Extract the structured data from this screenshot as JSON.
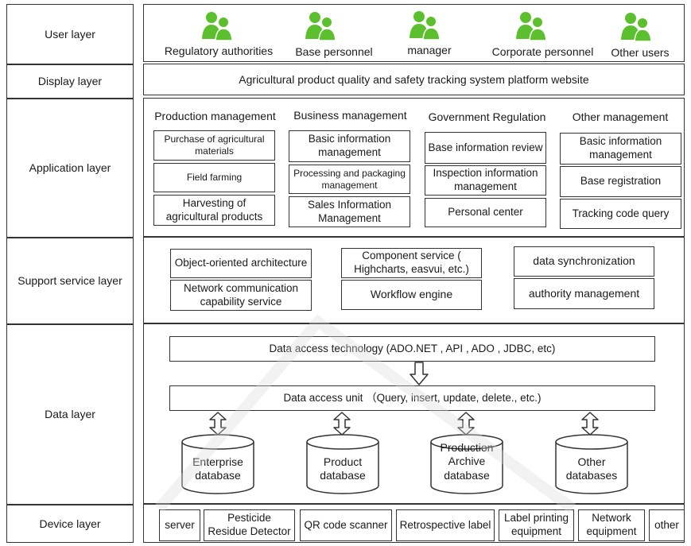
{
  "layers": {
    "user": "User layer",
    "display": "Display layer",
    "application": "Application layer",
    "support": "Support service layer",
    "data": "Data layer",
    "device": "Device layer"
  },
  "users": [
    "Regulatory authorities",
    "Base personnel",
    "manager",
    "Corporate personnel",
    "Other users"
  ],
  "display_text": "Agricultural product quality and safety tracking system platform website",
  "application": {
    "columns": [
      {
        "title": "Production management",
        "items": [
          "Purchase of agricultural materials",
          "Field farming",
          "Harvesting of agricultural products"
        ]
      },
      {
        "title": "Business management",
        "items": [
          "Basic information management",
          "Processing and packaging management",
          "Sales Information Management"
        ]
      },
      {
        "title": "Government Regulation",
        "items": [
          "Base information review",
          "Inspection information management",
          "Personal center"
        ]
      },
      {
        "title": "Other management",
        "items": [
          "Basic information management",
          "Base registration",
          "Tracking code query"
        ]
      }
    ]
  },
  "support": [
    "Object-oriented architecture",
    "Network communication capability service",
    "Component service ( Highcharts, easvui, etc.)",
    "Workflow engine",
    "data synchronization",
    "authority management"
  ],
  "data_layer": {
    "access_technology": "Data access technology (ADO.NET , API , ADO , JDBC, etc)",
    "access_unit": "Data access unit （Query, insert, update, delete., etc.)",
    "databases": [
      "Enterprise database",
      "Product database",
      "Production Archive database",
      "Other databases"
    ]
  },
  "devices": [
    "server",
    "Pesticide Residue Detector",
    "QR code scanner",
    "Retrospective label",
    "Label printing equipment",
    "Network equipment",
    "other"
  ],
  "colors": {
    "user_icon": "#5cc02e",
    "border": "#333333"
  },
  "icons": [
    "user-group-icon",
    "down-arrow-icon",
    "up-down-arrow-icon",
    "database-cylinder-icon"
  ]
}
